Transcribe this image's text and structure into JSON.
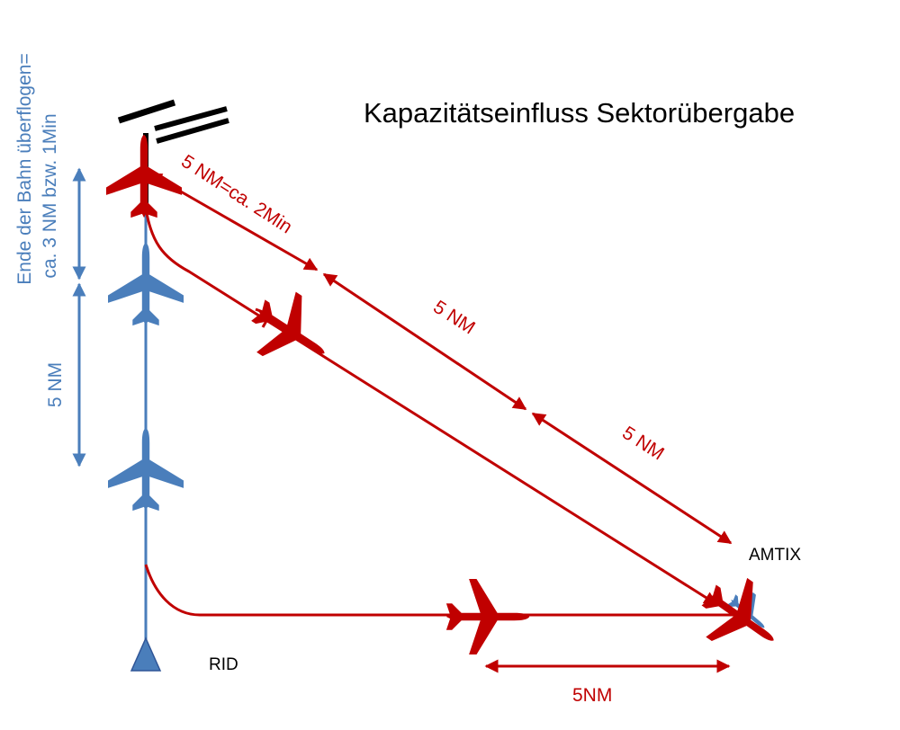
{
  "title": "Kapazitätseinfluss Sektorübergabe",
  "labels": {
    "vertical_main": "Ende der Bahn überflogen=",
    "vertical_sub": "ca. 3 NM bzw. 1Min",
    "blue_spacing": "5 NM",
    "red_first": "5 NM=ca. 2Min",
    "red_second": "5 NM",
    "red_third": "5 NM",
    "bottom_spacing": "5NM",
    "waypoint_amtix": "AMTIX",
    "waypoint_rid": "RID"
  },
  "colors": {
    "red": "#c00000",
    "blue": "#4a7ebb",
    "black": "#000000"
  },
  "icons": [
    "airplane-icon",
    "runway-icon",
    "waypoint-triangle-icon"
  ]
}
